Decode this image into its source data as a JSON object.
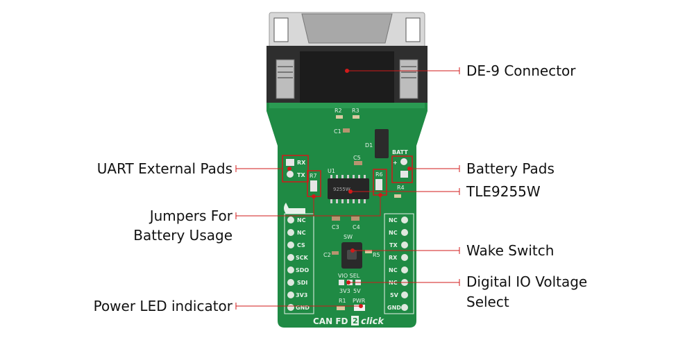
{
  "annotations": {
    "de9": "DE-9 Connector",
    "uart": "UART External Pads",
    "battery_pads": "Battery Pads",
    "tle": "TLE9255W",
    "jumpers_l1": "Jumpers For",
    "jumpers_l2": "Battery Usage",
    "wake": "Wake Switch",
    "vio_l1": "Digital IO Voltage",
    "vio_l2": "Select",
    "power_led": "Power LED indicator"
  },
  "board": {
    "name_left": "CAN FD",
    "name_num": "2",
    "name_right": "click",
    "left_pins": [
      "NC",
      "NC",
      "CS",
      "SCK",
      "SDO",
      "SDI",
      "3V3",
      "GND"
    ],
    "right_pins": [
      "NC",
      "NC",
      "TX",
      "RX",
      "NC",
      "NC",
      "5V",
      "GND"
    ],
    "pad_rx": "RX",
    "pad_tx": "TX",
    "batt": "BATT",
    "plus": "+",
    "r7": "R7",
    "r6": "R6",
    "r2": "R2",
    "r3": "R3",
    "c1": "C1",
    "d1": "D1",
    "c5": "C5",
    "u1": "U1",
    "r4": "R4",
    "c3": "C3",
    "c4": "C4",
    "sw": "SW",
    "c2": "C2",
    "r5": "R5",
    "vio_sel": "VIO SEL",
    "v3v3": "3V3",
    "v5v": "5V",
    "r1": "R1",
    "pwr": "PWR",
    "chip_marking": "9255W"
  },
  "colors": {
    "pcb": "#1f8a44",
    "callout": "#d11a1a",
    "metal": "#c9c9c9",
    "connector_body": "#3a3a3a"
  }
}
